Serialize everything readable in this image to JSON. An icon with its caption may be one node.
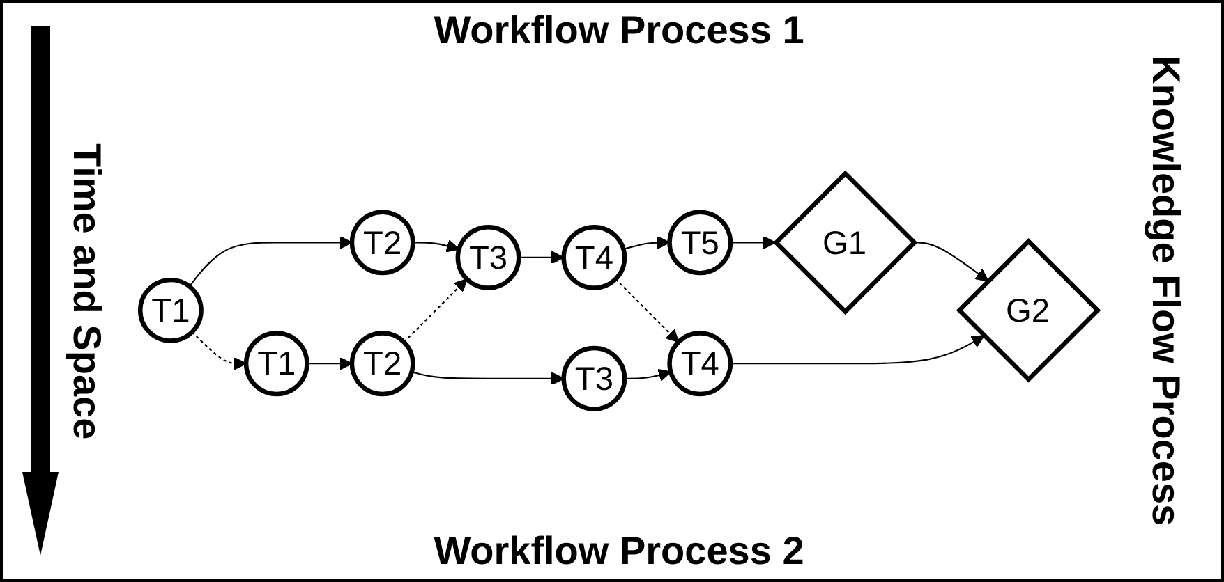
{
  "diagram": {
    "nodes": [
      {
        "text": [
          "T1"
        ]
      },
      {
        "text": [
          "T2"
        ]
      },
      {
        "text": [
          "T3"
        ]
      },
      {
        "text": [
          "T4"
        ]
      },
      {
        "text": [
          "T5"
        ]
      },
      {
        "text": [
          "G1"
        ]
      },
      {
        "text": [
          "T1"
        ]
      },
      {
        "text": [
          "T2"
        ]
      },
      {
        "text": [
          "T3"
        ]
      },
      {
        "text": [
          "T4"
        ]
      },
      {
        "text": [
          "G2"
        ]
      }
    ],
    "edges": [
      {
        "from": 0,
        "to": 1,
        "arrow": "to"
      },
      {
        "from": 1,
        "to": 2,
        "arrow": "to"
      },
      {
        "from": 2,
        "to": 3,
        "arrow": "to"
      },
      {
        "from": 3,
        "to": 4,
        "arrow": "to"
      },
      {
        "from": 4,
        "to": 5,
        "arrow": "to"
      },
      {
        "from": 0,
        "to": 6,
        "arrow": "to",
        "style": "dashed"
      },
      {
        "from": 7,
        "to": 2,
        "arrow": "to",
        "style": "dashed"
      },
      {
        "from": 3,
        "to": 9,
        "arrow": "to",
        "style": "dashed"
      },
      {
        "from": 5,
        "to": 10,
        "arrow": "to"
      },
      {
        "from": 6,
        "to": 7,
        "arrow": "to"
      },
      {
        "from": 7,
        "to": 8,
        "arrow": "to"
      },
      {
        "from": 8,
        "to": 9,
        "arrow": "to"
      },
      {
        "from": 9,
        "to": 10,
        "arrow": "to"
      }
    ],
    "labels": [
      "Workflow Process 1",
      "Time and Space",
      "Knowledge Flow Process",
      "Workflow Process 2"
    ]
  }
}
